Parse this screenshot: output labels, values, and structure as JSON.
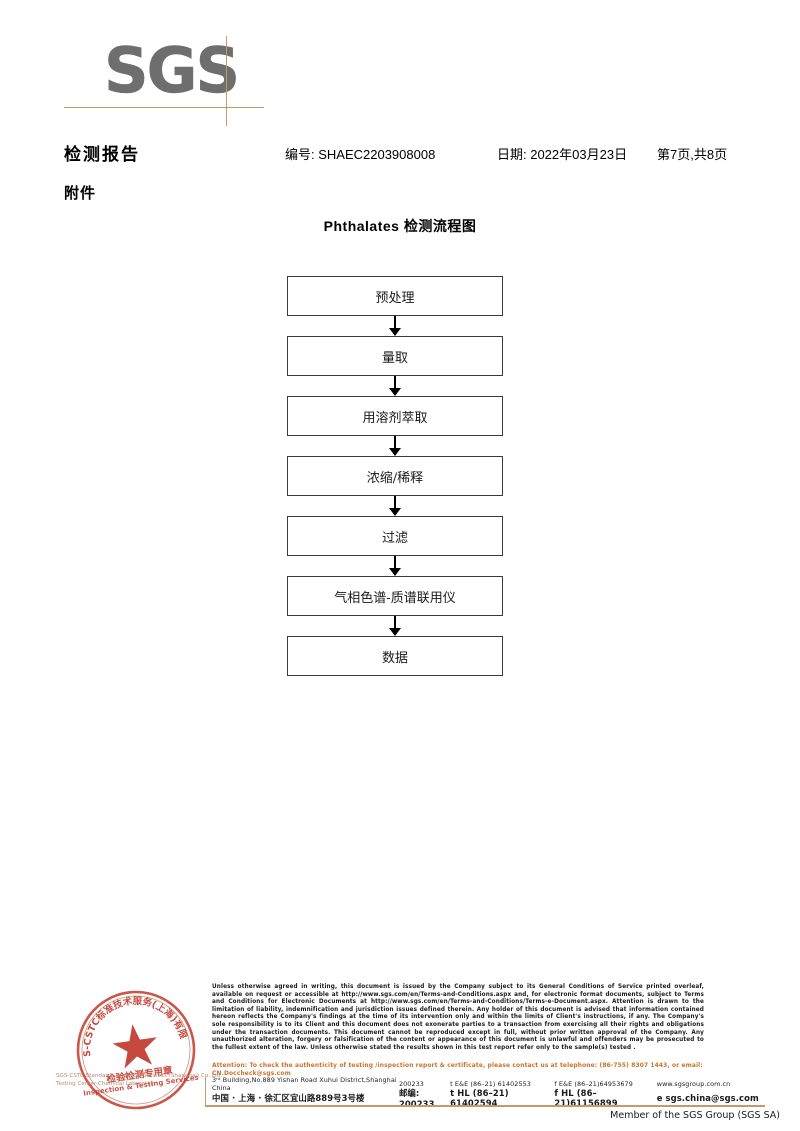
{
  "brand": {
    "logo_text": "SGS",
    "logo_color": "#6e6e6e",
    "rule_color": "#c49a6c",
    "accent_orange": "#c8722a",
    "seal_color": "#c0392b"
  },
  "header": {
    "title": "检测报告",
    "report_no": "编号: SHAEC2203908008",
    "date": "日期: 2022年03月23日",
    "pagination": "第7页,共8页",
    "attachment_label": "附件"
  },
  "flowchart": {
    "title": "Phthalates 检测流程图",
    "steps": [
      {
        "label": "预处理"
      },
      {
        "label": "量取"
      },
      {
        "label": "用溶剂萃取"
      },
      {
        "label": "浓缩/稀释"
      },
      {
        "label": "过滤"
      },
      {
        "label": "气相色谱-质谱联用仪"
      },
      {
        "label": "数据"
      }
    ]
  },
  "seal": {
    "outer_ring_text": "SGS-CSTC标准技术服务(上海)有限公司",
    "line1": "检验检测专用章",
    "line2": "Inspection & Testing Services",
    "caption": "SGS-CSTC Standards Technical Services (Shanghai) Co.,Ltd. Testing Center-Chemical Laboratory"
  },
  "footer": {
    "legal": "Unless otherwise agreed in writing, this document is issued by the Company subject to its General Conditions of Service printed overleaf, available on request or accessible at http://www.sgs.com/en/Terms-and-Conditions.aspx and, for electronic format documents, subject to Terms and Conditions for Electronic Documents at http://www.sgs.com/en/Terms-and-Conditions/Terms-e-Document.aspx. Attention is drawn to the limitation of liability, indemnification and jurisdiction issues defined therein. Any holder of this document is advised that information contained hereon reflects the Company's findings at the time of its intervention only and within the limits of Client's instructions, if any. The Company's sole responsibility is to its Client and this document does not exonerate parties to a transaction from exercising all their rights and obligations under the transaction documents. This document cannot be reproduced except in full, without prior written approval of the Company. Any unauthorized alteration, forgery or falsification of the content or appearance of this document is unlawful and offenders may be prosecuted to the fullest extent of the law. Unless otherwise stated the results shown in this test report refer only to the sample(s) tested .",
    "attention": "Attention: To check the authenticity of testing /inspection report & certificate, please contact us at telephone: (86-755) 8307 1443, or email: CN.Doccheck@sgs.com",
    "address_en": "3ʳᵈ Building,No.889 Yishan Road Xuhui District,Shanghai China",
    "address_cn": "中国 · 上海 · 徐汇区宜山路889号3号楼",
    "zip_en": "200233",
    "zip_cn": "邮编: 200233",
    "tel_en_1": "t E&E (86–21) 61402553",
    "tel_en_2": "f E&E (86–21)64953679",
    "tel_cn_1": "t HL (86–21) 61402594",
    "tel_cn_2": "f HL (86–21)61156899",
    "web": "www.sgsgroup.com.cn",
    "email": "e  sgs.china@sgs.com",
    "member": "Member of the SGS Group (SGS SA)"
  }
}
